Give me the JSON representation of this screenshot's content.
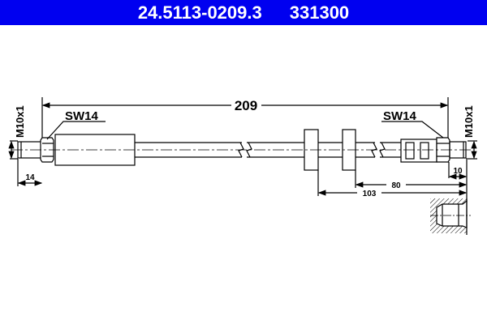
{
  "header": {
    "part_number": "24.5113-0209.3",
    "reference": "331300",
    "background": "#0000f0"
  },
  "drawing": {
    "overall_length": "209",
    "left_wrench": "SW14",
    "right_wrench": "SW14",
    "left_thread": "M10x1",
    "right_thread": "M10x1",
    "left_thread_length": "14",
    "right_thread_length": "10",
    "bracket_dim_1": "80",
    "bracket_dim_2": "103"
  }
}
